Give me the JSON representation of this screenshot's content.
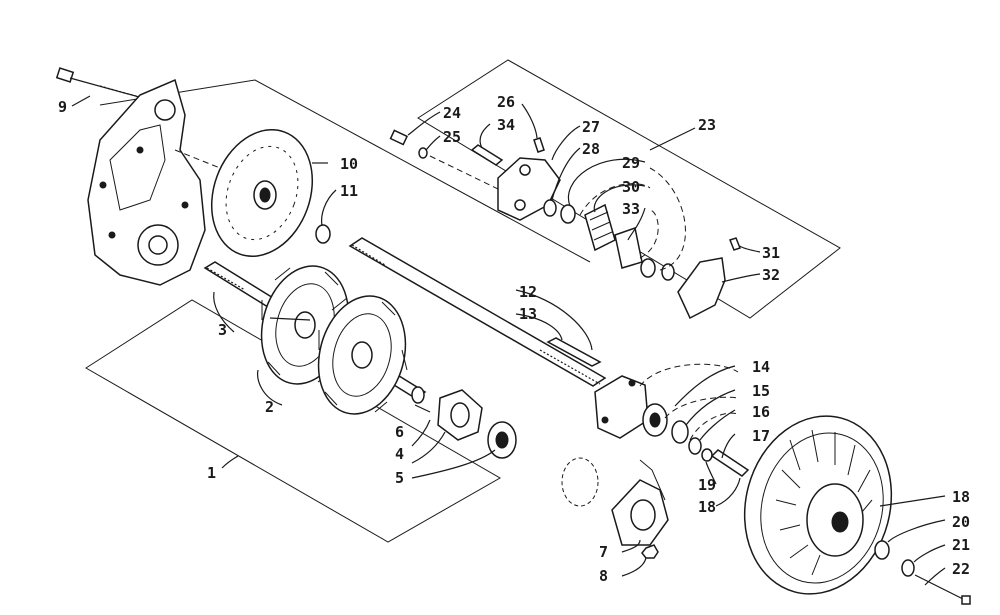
{
  "diagram": {
    "colors": {
      "ink": "#1a1a1a",
      "background": "#ffffff"
    },
    "callouts": [
      {
        "id": "c1",
        "text": "1"
      },
      {
        "id": "c2",
        "text": "2"
      },
      {
        "id": "c3",
        "text": "3"
      },
      {
        "id": "c4",
        "text": "4"
      },
      {
        "id": "c5",
        "text": "5"
      },
      {
        "id": "c6",
        "text": "6"
      },
      {
        "id": "c7",
        "text": "7"
      },
      {
        "id": "c8",
        "text": "8"
      },
      {
        "id": "c9",
        "text": "9"
      },
      {
        "id": "c10",
        "text": "10"
      },
      {
        "id": "c11",
        "text": "11"
      },
      {
        "id": "c12",
        "text": "12"
      },
      {
        "id": "c13",
        "text": "13"
      },
      {
        "id": "c14",
        "text": "14"
      },
      {
        "id": "c15",
        "text": "15"
      },
      {
        "id": "c16",
        "text": "16"
      },
      {
        "id": "c17",
        "text": "17"
      },
      {
        "id": "c18a",
        "text": "18"
      },
      {
        "id": "c18b",
        "text": "18"
      },
      {
        "id": "c19",
        "text": "19"
      },
      {
        "id": "c20",
        "text": "20"
      },
      {
        "id": "c21",
        "text": "21"
      },
      {
        "id": "c22",
        "text": "22"
      },
      {
        "id": "c23",
        "text": "23"
      },
      {
        "id": "c24",
        "text": "24"
      },
      {
        "id": "c25",
        "text": "25"
      },
      {
        "id": "c26",
        "text": "26"
      },
      {
        "id": "c27",
        "text": "27"
      },
      {
        "id": "c28",
        "text": "28"
      },
      {
        "id": "c29",
        "text": "29"
      },
      {
        "id": "c30",
        "text": "30"
      },
      {
        "id": "c31",
        "text": "31"
      },
      {
        "id": "c32",
        "text": "32"
      },
      {
        "id": "c33",
        "text": "33"
      },
      {
        "id": "c34",
        "text": "34"
      }
    ]
  }
}
